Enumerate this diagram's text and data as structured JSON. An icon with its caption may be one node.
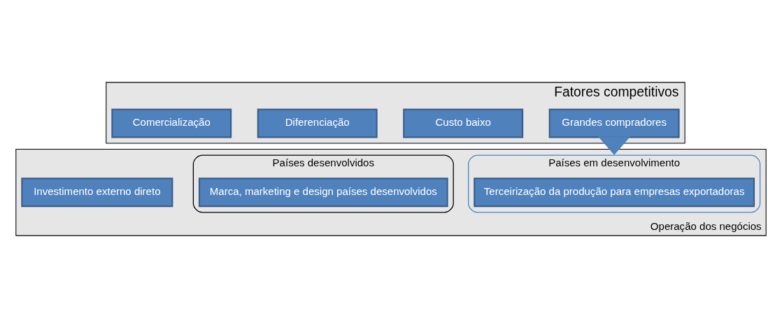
{
  "diagram": {
    "nodes": [
      {
        "text": [
          "Fatores competitivos"
        ]
      },
      {
        "text": [
          "Grandes compradores"
        ],
        "in": 0
      },
      {
        "text": [
          "Custo baixo"
        ],
        "in": 0
      },
      {
        "text": [
          "Diferenciação"
        ],
        "in": 0
      },
      {
        "text": [
          "Comercialização"
        ],
        "in": 0
      },
      {
        "text": [
          "Operação dos negócios"
        ]
      },
      {
        "text": [
          "Países em desenvolvimento"
        ],
        "in": 5
      },
      {
        "text": [
          "Terceirização da produção para empresas exportadoras"
        ],
        "in": 6
      },
      {
        "text": [
          "Investimento externo direto"
        ],
        "in": 5
      },
      {
        "text": [
          "Países desenvolvidos"
        ],
        "in": 5
      },
      {
        "text": [
          "Marca, marketing e design países desenvolvidos"
        ],
        "in": 9
      }
    ],
    "edges": [
      {
        "from": 0,
        "to": 5,
        "arrow": "to",
        "style": "thick"
      }
    ]
  }
}
